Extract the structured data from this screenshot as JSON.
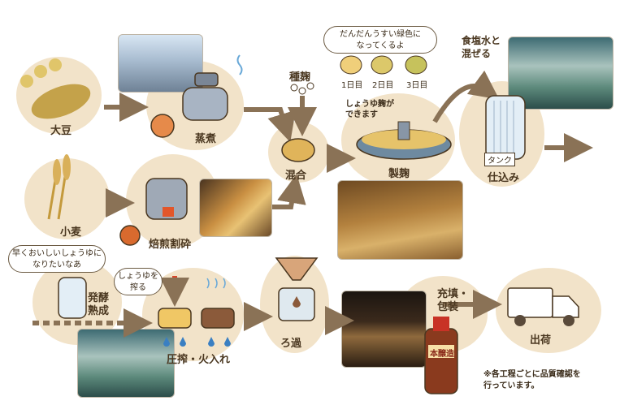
{
  "steps": {
    "soybean": "大豆",
    "steaming": "蒸煮",
    "wheat": "小麦",
    "roasting": "焙煎割砕",
    "seed_koji": "種麹",
    "mixing": "混合",
    "koji_making": "製麹",
    "preparation": "仕込み",
    "fermentation": "発酵\n熟成",
    "pressing": "圧搾・火入れ",
    "filtration": "ろ過",
    "filling": "充填・\n包装",
    "shipping": "出荷"
  },
  "bubbles": {
    "koji_color": "だんだんうすい緑色に\nなってくるよ",
    "koji_done": "しょうゆ麹が\nできます",
    "salt_water": "食塩水と\n混ぜる",
    "want_soy": "早くおいしいしょうゆに\nなりたいなあ",
    "squeeze": "しょうゆを\n搾る"
  },
  "days": [
    "1日目",
    "2日目",
    "3日目"
  ],
  "tank_label": "タンク",
  "bottle_label": "本醸造",
  "footnote": "※各工程ごとに品質確認を\n行っています。",
  "colors": {
    "blob": "#f2e3c9",
    "arrow": "#8a7256",
    "text": "#4a3720"
  }
}
